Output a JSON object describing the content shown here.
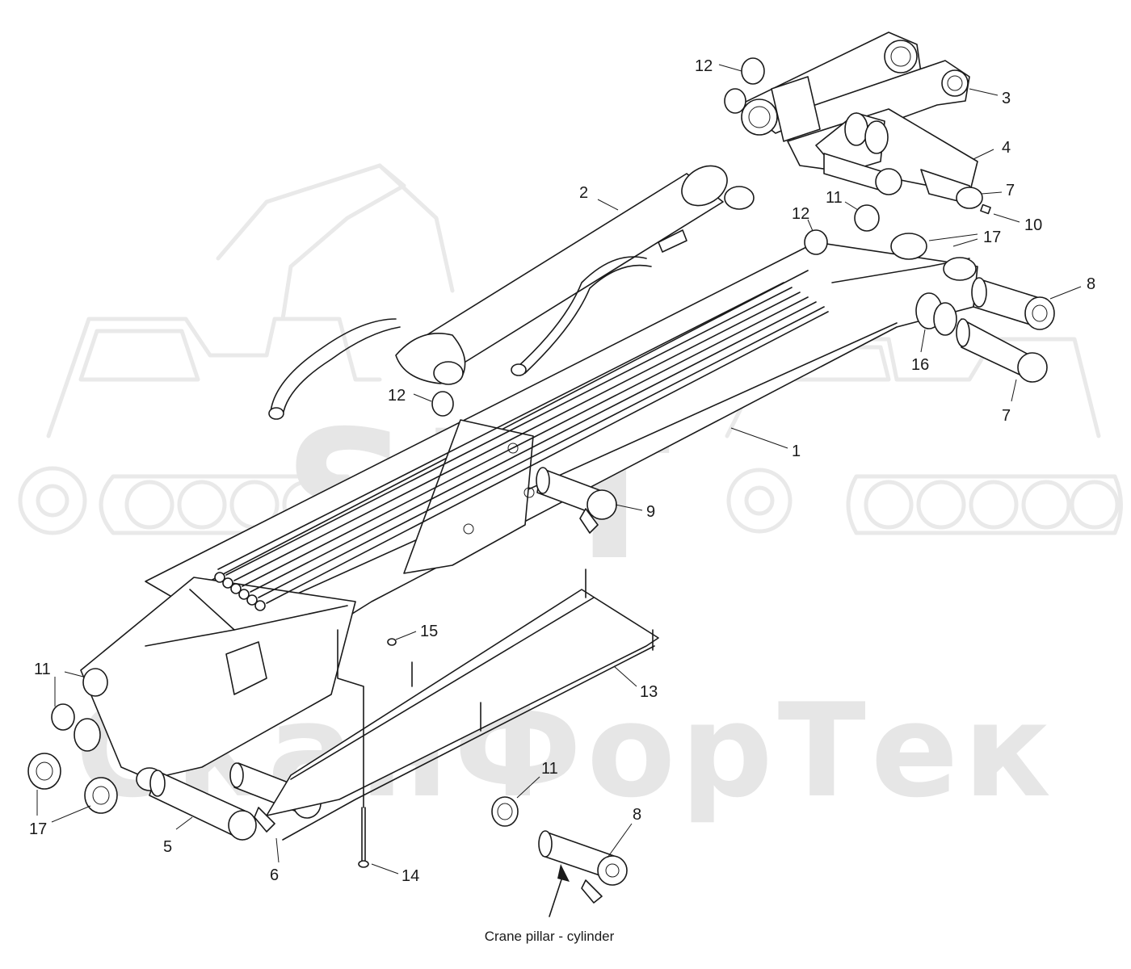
{
  "watermark": {
    "logo_text": "SFT",
    "brand_text": "СканФорТек"
  },
  "callouts": [
    {
      "id": "c12a",
      "number": "12"
    },
    {
      "id": "c3",
      "number": "3"
    },
    {
      "id": "c4",
      "number": "4"
    },
    {
      "id": "c2",
      "number": "2"
    },
    {
      "id": "c7a",
      "number": "7"
    },
    {
      "id": "c11a",
      "number": "11"
    },
    {
      "id": "c10",
      "number": "10"
    },
    {
      "id": "c12b",
      "number": "12"
    },
    {
      "id": "c17a",
      "number": "17"
    },
    {
      "id": "c8a",
      "number": "8"
    },
    {
      "id": "c16",
      "number": "16"
    },
    {
      "id": "c7b",
      "number": "7"
    },
    {
      "id": "c12c",
      "number": "12"
    },
    {
      "id": "c1",
      "number": "1"
    },
    {
      "id": "c9",
      "number": "9"
    },
    {
      "id": "c15",
      "number": "15"
    },
    {
      "id": "c11b",
      "number": "11"
    },
    {
      "id": "c13",
      "number": "13"
    },
    {
      "id": "c17b",
      "number": "17"
    },
    {
      "id": "c5",
      "number": "5"
    },
    {
      "id": "c6",
      "number": "6"
    },
    {
      "id": "c14",
      "number": "14"
    },
    {
      "id": "c11c",
      "number": "11"
    },
    {
      "id": "c8b",
      "number": "8"
    }
  ],
  "caption": "Crane pillar - cylinder"
}
